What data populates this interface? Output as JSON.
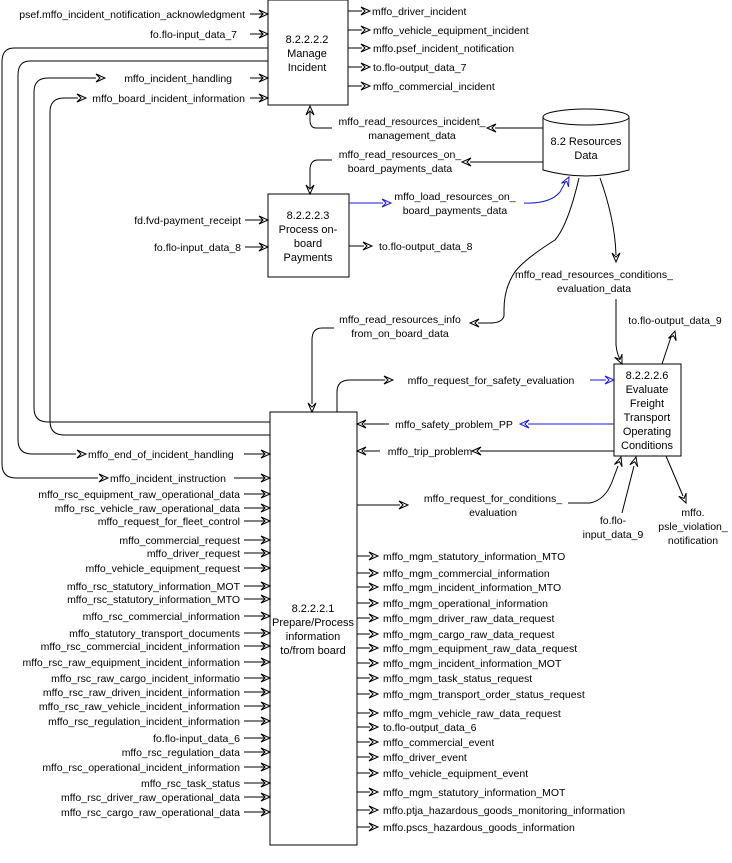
{
  "colors": {
    "line": "#000000",
    "highlight_flow": "#1a1adf",
    "background": "#ffffff"
  },
  "processes": {
    "manage_incident": {
      "id": "8.2.2.2.2",
      "lines": [
        "8.2.2.2.2",
        "Manage",
        "Incident"
      ]
    },
    "process_payments": {
      "id": "8.2.2.2.3",
      "lines": [
        "8.2.2.2.3",
        "Process on-",
        "board",
        "Payments"
      ]
    },
    "evaluate_conditions": {
      "id": "8.2.2.2.6",
      "lines": [
        "8.2.2.2.6",
        "Evaluate",
        "Freight",
        "Transport",
        "Operating",
        "Conditions"
      ]
    },
    "prepare_process": {
      "id": "8.2.2.2.1",
      "lines": [
        "8.2.2.2.1",
        "Prepare/Process",
        "information",
        "to/from board"
      ]
    }
  },
  "data_store": {
    "lines": [
      "8.2 Resources",
      "Data"
    ]
  },
  "manage_incident_inputs": [
    "psef.mffo_incident_notification_acknowledgment",
    "fo.flo-input_data_7",
    "mffo_incident_handling",
    "mffo_board_incident_information"
  ],
  "manage_incident_outputs": [
    "mffo_driver_incident",
    "mffo_vehicle_equipment_incident",
    "mffo.psef_incident_notification",
    "to.flo-output_data_7",
    "mffo_commercial_incident"
  ],
  "store_flows": {
    "read_incident_mgmt": [
      "mffo_read_resources_incident_",
      "management_data"
    ],
    "read_on_board_payments": [
      "mffo_read_resources_on_",
      "board_payments_data"
    ],
    "load_on_board_payments": [
      "mffo_load_resources_on_",
      "board_payments_data"
    ],
    "read_conditions_eval": [
      "mffo_read_resources_conditions_",
      "evaluation_data"
    ],
    "read_info_on_board": [
      "mffo_read_resources_info",
      "from_on_board_data"
    ]
  },
  "payments_inputs": [
    "fd.fvd-payment_receipt",
    "fo.flo-input_data_8"
  ],
  "payments_outputs": [
    "to.flo-output_data_8"
  ],
  "evaluate_flows": {
    "output_9": "to.flo-output_data_9",
    "request_safety": "mffo_request_for_safety_evaluation",
    "safety_problem": "mffo_safety_problem_PP",
    "trip_problem": "mffo_trip_problem",
    "request_conditions": [
      "mffo_request_for_conditions_",
      "evaluation"
    ],
    "input_9": [
      "fo.flo-",
      "input_data_9"
    ],
    "violation": [
      "mffo.",
      "psle_violation_",
      "notification"
    ]
  },
  "prepare_inputs": [
    "mffo_end_of_incident_handling",
    "mffo_incident_instruction",
    "mffo_rsc_equipment_raw_operational_data",
    "mffo_rsc_vehicle_raw_operational_data",
    "mffo_request_for_fleet_control",
    "mffo_commercial_request",
    "mffo_driver_request",
    "mffo_vehicle_equipment_request",
    "mffo_rsc_statutory_information_MOT",
    "mffo_rsc_statutory_information_MTO",
    "mffo_rsc_commercial_information",
    "mffo_statutory_transport_documents",
    "mffo_rsc_commercial_incident_information",
    "mffo_rsc_raw_equipment_incident_information",
    "mffo_rsc_raw_cargo_incident_informatio",
    "mffo_rsc_raw_driven_incident_information",
    "mffo_rsc_raw_vehicle_incident_information",
    "mffo_rsc_regulation_incident_information",
    "fo.flo-input_data_6",
    "mffo_rsc_regulation_data",
    "mffo_rsc_operational_incident_information",
    "mffo_rsc_task_status",
    "mffo_rsc_driver_raw_operational_data",
    "mffo_rsc_cargo_raw_operational_data"
  ],
  "prepare_outputs": [
    "mffo_mgm_statutory_information_MTO",
    "mffo_mgm_commercial_information",
    "mffo_mgm_incident_information_MTO",
    "mffo_mgm_operational_information",
    "mffo_mgm_driver_raw_data_request",
    "mffo_mgm_cargo_raw_data_request",
    "mffo_mgm_equipment_raw_data_request",
    "mffo_mgm_incident_information_MOT",
    "mffo_mgm_task_status_request",
    "mffo_mgm_transport_order_status_request",
    "mffo_mgm_vehicle_raw_data_request",
    "to.flo-output_data_6",
    "mffo_commercial_event",
    "mffo_driver_event",
    "mffo_vehicle_equipment_event",
    "mffo_mgm_statutory_information_MOT",
    "mffo.ptja_hazardous_goods_monitoring_information",
    "mffo.pscs_hazardous_goods_information"
  ]
}
